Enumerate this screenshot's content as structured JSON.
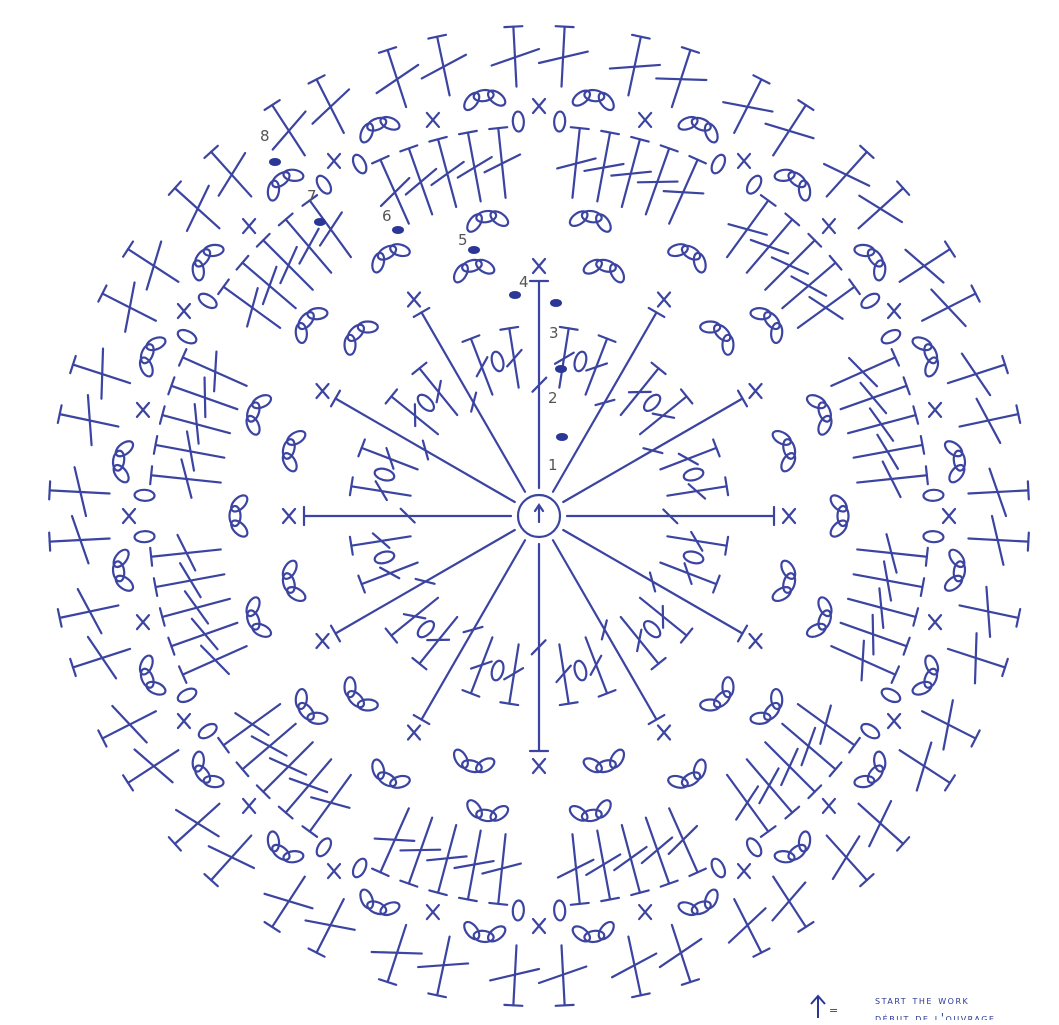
{
  "diagram": {
    "type": "crochet-round-chart",
    "ink_color": "#3b44a1",
    "dot_color": "#2b3797",
    "label_color": "#555555",
    "rounds": [
      {
        "label": "1"
      },
      {
        "label": "2"
      },
      {
        "label": "3"
      },
      {
        "label": "4"
      },
      {
        "label": "5"
      },
      {
        "label": "6"
      },
      {
        "label": "7"
      },
      {
        "label": "8"
      }
    ],
    "center_symbol": "↑",
    "symbols": [
      "chain-stitch",
      "double-crochet",
      "single-crochet",
      "slip-stitch",
      "magic-ring"
    ]
  },
  "legend": {
    "arrow_symbol": "↑",
    "equals": "=",
    "line_en": "start the work",
    "line_fr": "début de l'ouvrage"
  }
}
